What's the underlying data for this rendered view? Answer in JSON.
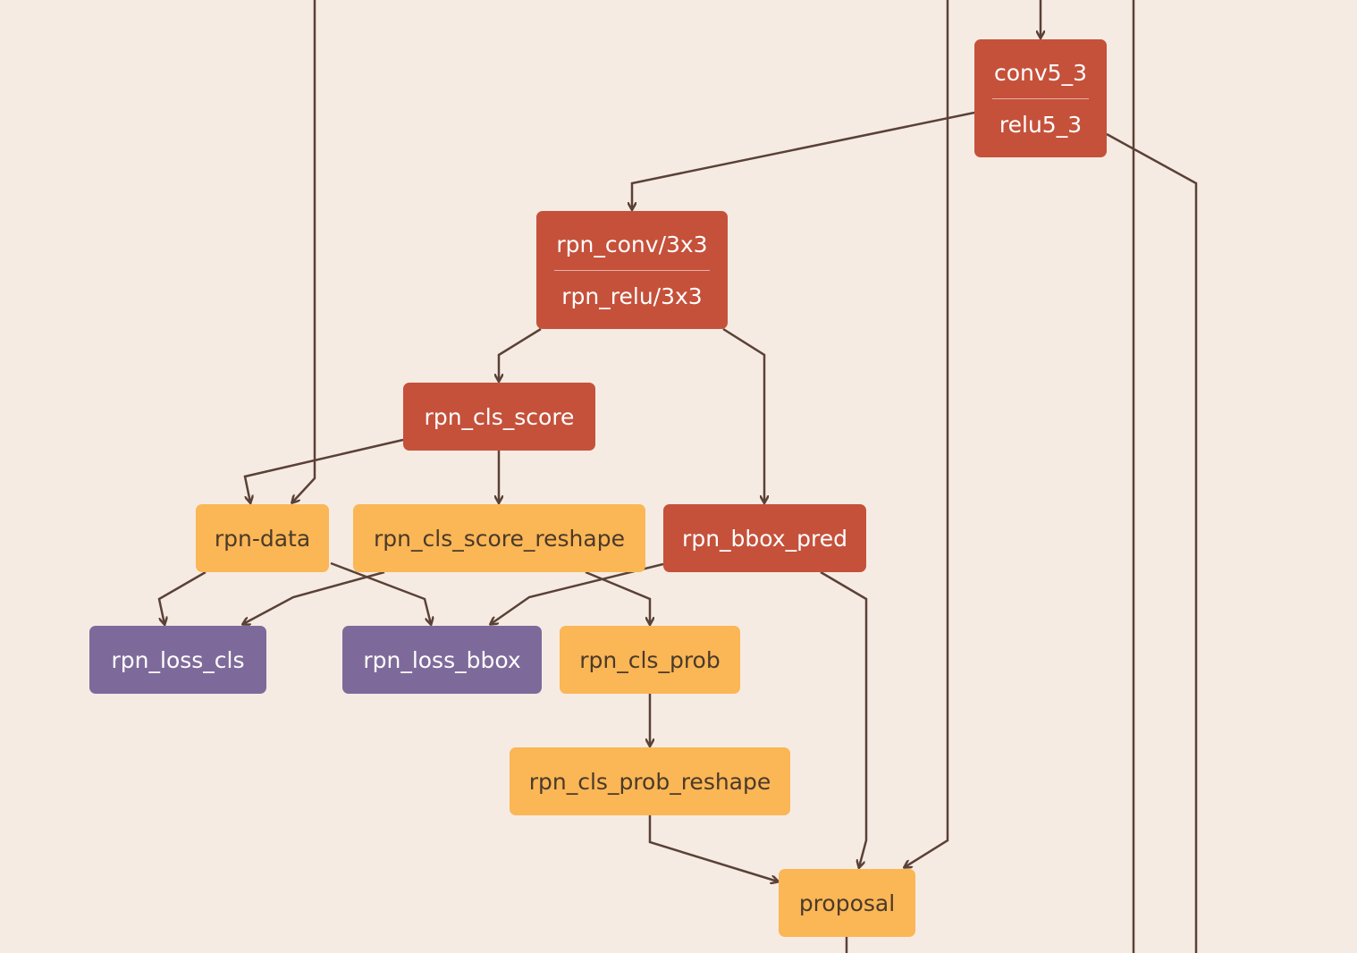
{
  "graph": {
    "colors": {
      "background": "#f6ebe2",
      "convolution": "#c5513b",
      "reshape_or_data": "#fbb655",
      "loss": "#7e6a9a",
      "edge": "#5a4137"
    },
    "nodes": {
      "conv5_3": {
        "line1": "conv5_3",
        "line2": "relu5_3"
      },
      "rpn_conv": {
        "line1": "rpn_conv/3x3",
        "line2": "rpn_relu/3x3"
      },
      "rpn_cls_score": {
        "label": "rpn_cls_score"
      },
      "rpn_data": {
        "label": "rpn-data"
      },
      "rpn_cls_score_reshape": {
        "label": "rpn_cls_score_reshape"
      },
      "rpn_bbox_pred": {
        "label": "rpn_bbox_pred"
      },
      "rpn_loss_cls": {
        "label": "rpn_loss_cls"
      },
      "rpn_loss_bbox": {
        "label": "rpn_loss_bbox"
      },
      "rpn_cls_prob": {
        "label": "rpn_cls_prob"
      },
      "rpn_cls_prob_reshape": {
        "label": "rpn_cls_prob_reshape"
      },
      "proposal": {
        "label": "proposal"
      }
    }
  }
}
